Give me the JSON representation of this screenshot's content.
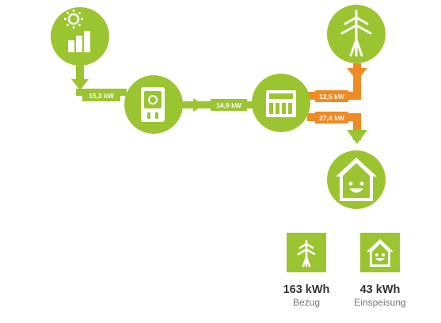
{
  "colors": {
    "green": "#9bc530",
    "orange": "#f08a24",
    "white": "#ffffff"
  },
  "flows": {
    "solar_to_inverter": "15,3 kW",
    "inverter_to_meter": "14,9 kW",
    "grid_to_meter": "12,5 kW",
    "meter_to_house": "27,4 kW"
  },
  "nodes": {
    "solar": "solar-icon",
    "inverter": "inverter-icon",
    "meter": "meter-icon",
    "grid": "power-pylon-icon",
    "house": "house-icon"
  },
  "stats": [
    {
      "value": "163 kWh",
      "label": "Bezug",
      "icon": "power-pylon-icon"
    },
    {
      "value": "43 kWh",
      "label": "Einspeisung",
      "icon": "house-icon"
    }
  ]
}
